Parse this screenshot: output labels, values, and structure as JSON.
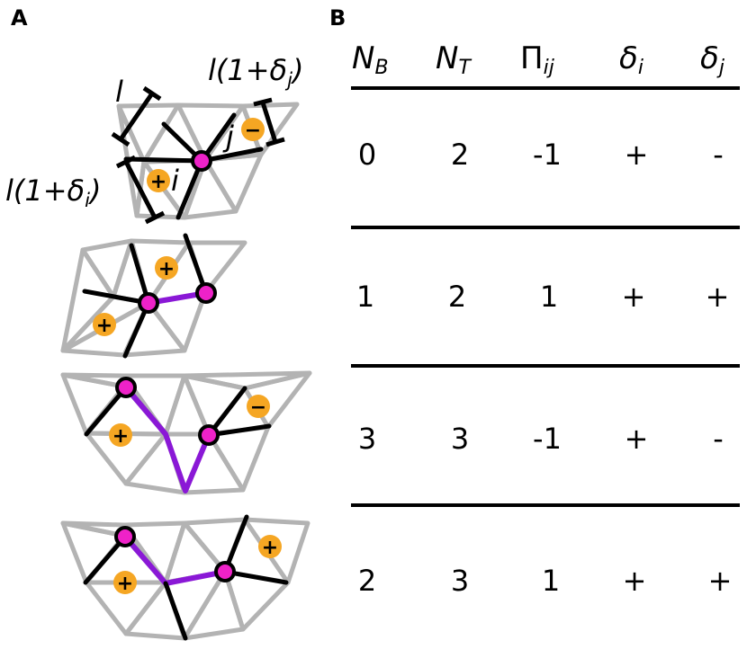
{
  "panels": {
    "a": "A",
    "b": "B"
  },
  "annotations": {
    "l": "l",
    "l_delta_i": {
      "pre": "l(1+δ",
      "sub": "i",
      "post": ")"
    },
    "l_delta_j": {
      "pre": "l(1+δ",
      "sub": "j",
      "post": ")"
    },
    "i": "i",
    "j": "j"
  },
  "signs": {
    "plus": "+",
    "minus": "−"
  },
  "table": {
    "headers": [
      {
        "main": "N",
        "sub": "B"
      },
      {
        "main": "N",
        "sub": "T"
      },
      {
        "main": "Π",
        "sub": "ij"
      },
      {
        "main": "δ",
        "sub": "i"
      },
      {
        "main": "δ",
        "sub": "j"
      }
    ],
    "rows": [
      [
        "0",
        "2",
        "-1",
        "+",
        "-"
      ],
      [
        "1",
        "2",
        "1",
        "+",
        "+"
      ],
      [
        "3",
        "3",
        "-1",
        "+",
        "-"
      ],
      [
        "2",
        "3",
        "1",
        "+",
        "+"
      ]
    ]
  },
  "colors": {
    "mesh": "#b3b3b3",
    "bond": "#000000",
    "path": "#8a18d6",
    "node": "#ee22c8",
    "charge": "#f5a623"
  }
}
